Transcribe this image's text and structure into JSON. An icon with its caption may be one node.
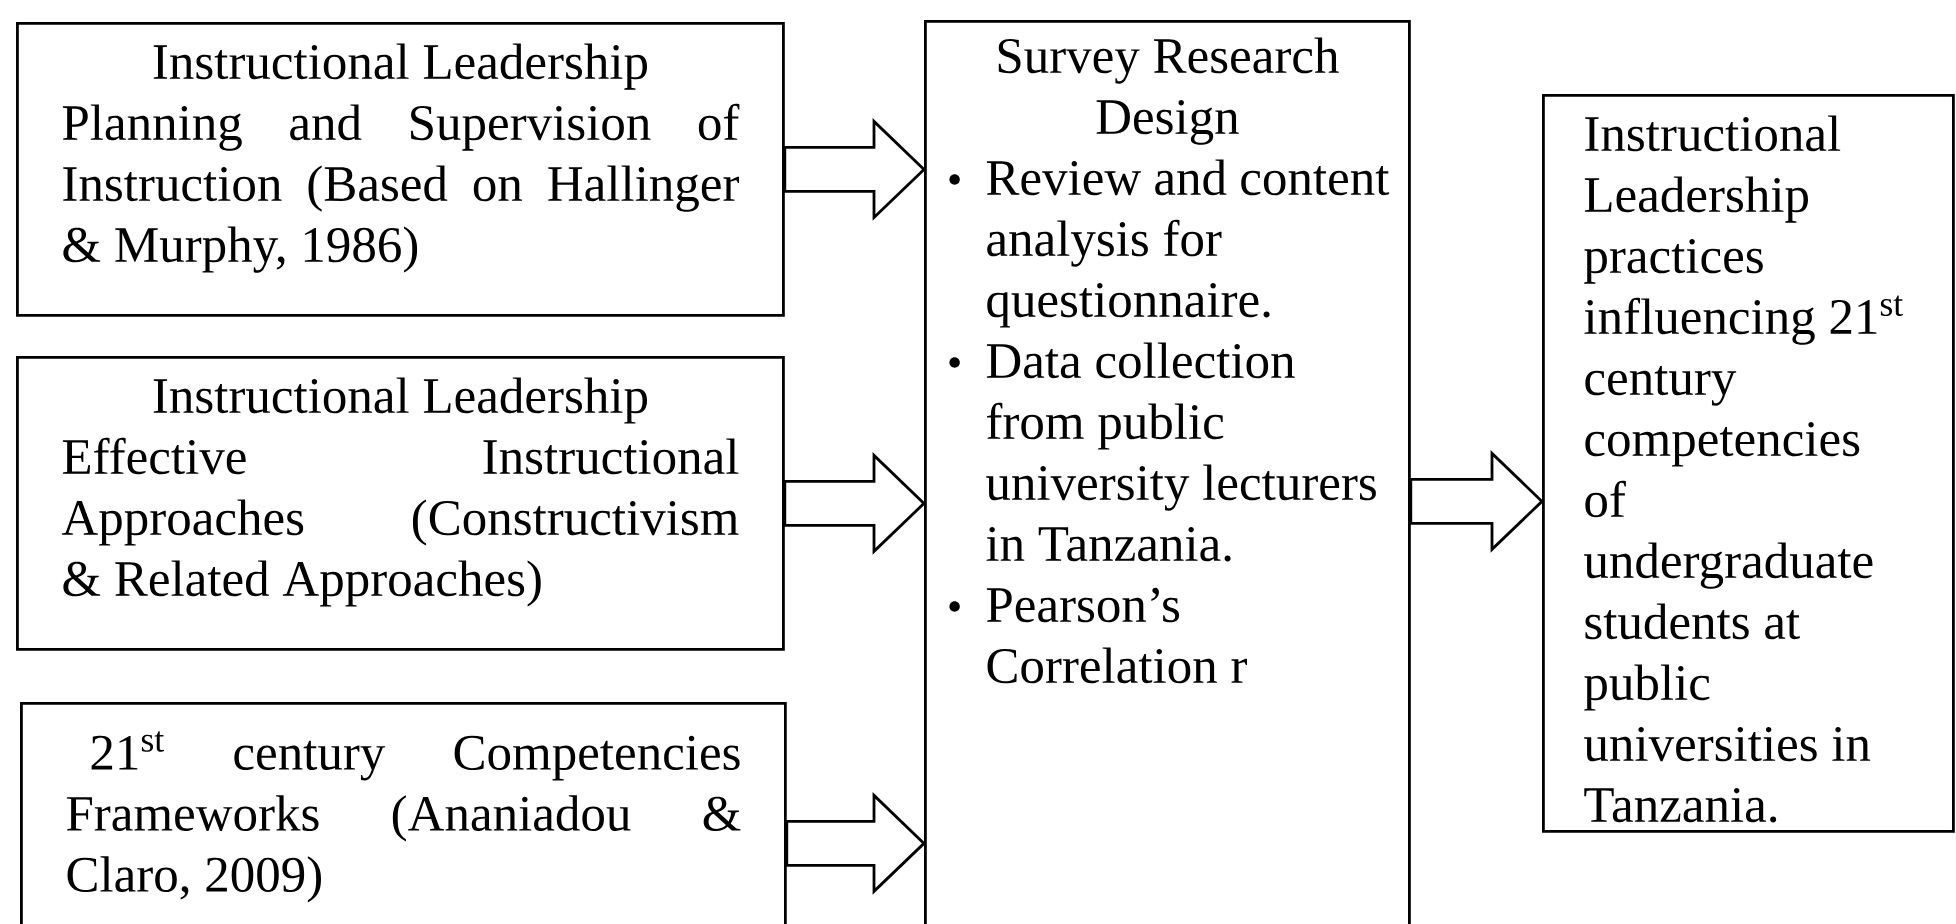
{
  "diagram": {
    "nodes": [
      {
        "text": [
          "Instructional Leadership",
          "Planning and Supervision of Instruction (Based on Hallinger & Murphy, 1986)"
        ]
      },
      {
        "text": [
          "Instructional Leadership",
          "Effective Instructional Approaches (Constructivism & Related Approaches)"
        ]
      },
      {
        "text": [
          "21$^{st}$ century Competencies Frameworks (Ananiadou & Claro, 2009)"
        ]
      },
      {
        "text": [
          "Survey Research Design",
          "Review and content analysis for questionnaire.",
          "Data collection from public university lecturers in Tanzania.",
          "Pearson’s Correlation r"
        ]
      },
      {
        "text": [
          "Instructional Leadership practices influencing 21$^{st}$ century competencies of undergraduate students at public universities in Tanzania."
        ]
      }
    ],
    "edges": [
      {
        "from": 0,
        "to": 3,
        "arrow": "to"
      },
      {
        "from": 1,
        "to": 3,
        "arrow": "to"
      },
      {
        "from": 2,
        "to": 3,
        "arrow": "to"
      },
      {
        "from": 3,
        "to": 4,
        "arrow": "to"
      }
    ]
  }
}
